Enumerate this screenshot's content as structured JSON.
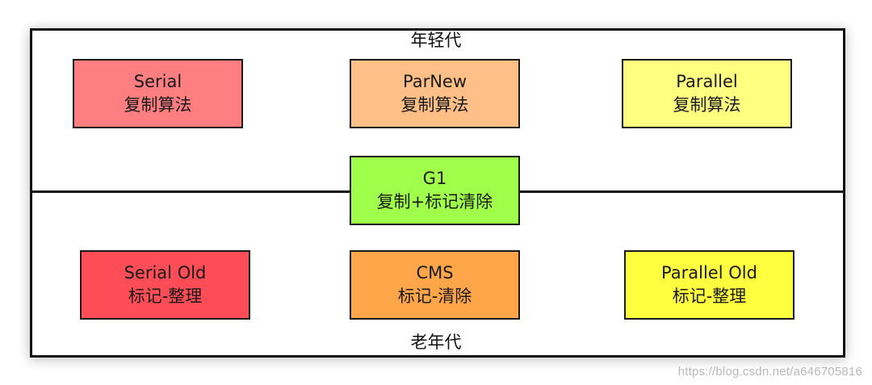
{
  "regions": {
    "young_label": "年轻代",
    "old_label": "老年代"
  },
  "collectors": {
    "serial": {
      "name": "Serial",
      "algorithm": "复制算法"
    },
    "parnew": {
      "name": "ParNew",
      "algorithm": "复制算法"
    },
    "parallel": {
      "name": "Parallel",
      "algorithm": "复制算法"
    },
    "g1": {
      "name": "G1",
      "algorithm": "复制+标记清除"
    },
    "serial_old": {
      "name": "Serial Old",
      "algorithm": "标记-整理"
    },
    "cms": {
      "name": "CMS",
      "algorithm": "标记-清除"
    },
    "parallel_old": {
      "name": "Parallel Old",
      "algorithm": "标记-整理"
    }
  },
  "colors": {
    "serial": "#ff7f80",
    "parnew": "#ffbf86",
    "parallel": "#ffff80",
    "g1": "#a0ff4a",
    "serial_old": "#ff4d57",
    "cms": "#ffa54a",
    "parallel_old": "#ffff40"
  },
  "watermark": "https://blog.csdn.net/a646705816"
}
